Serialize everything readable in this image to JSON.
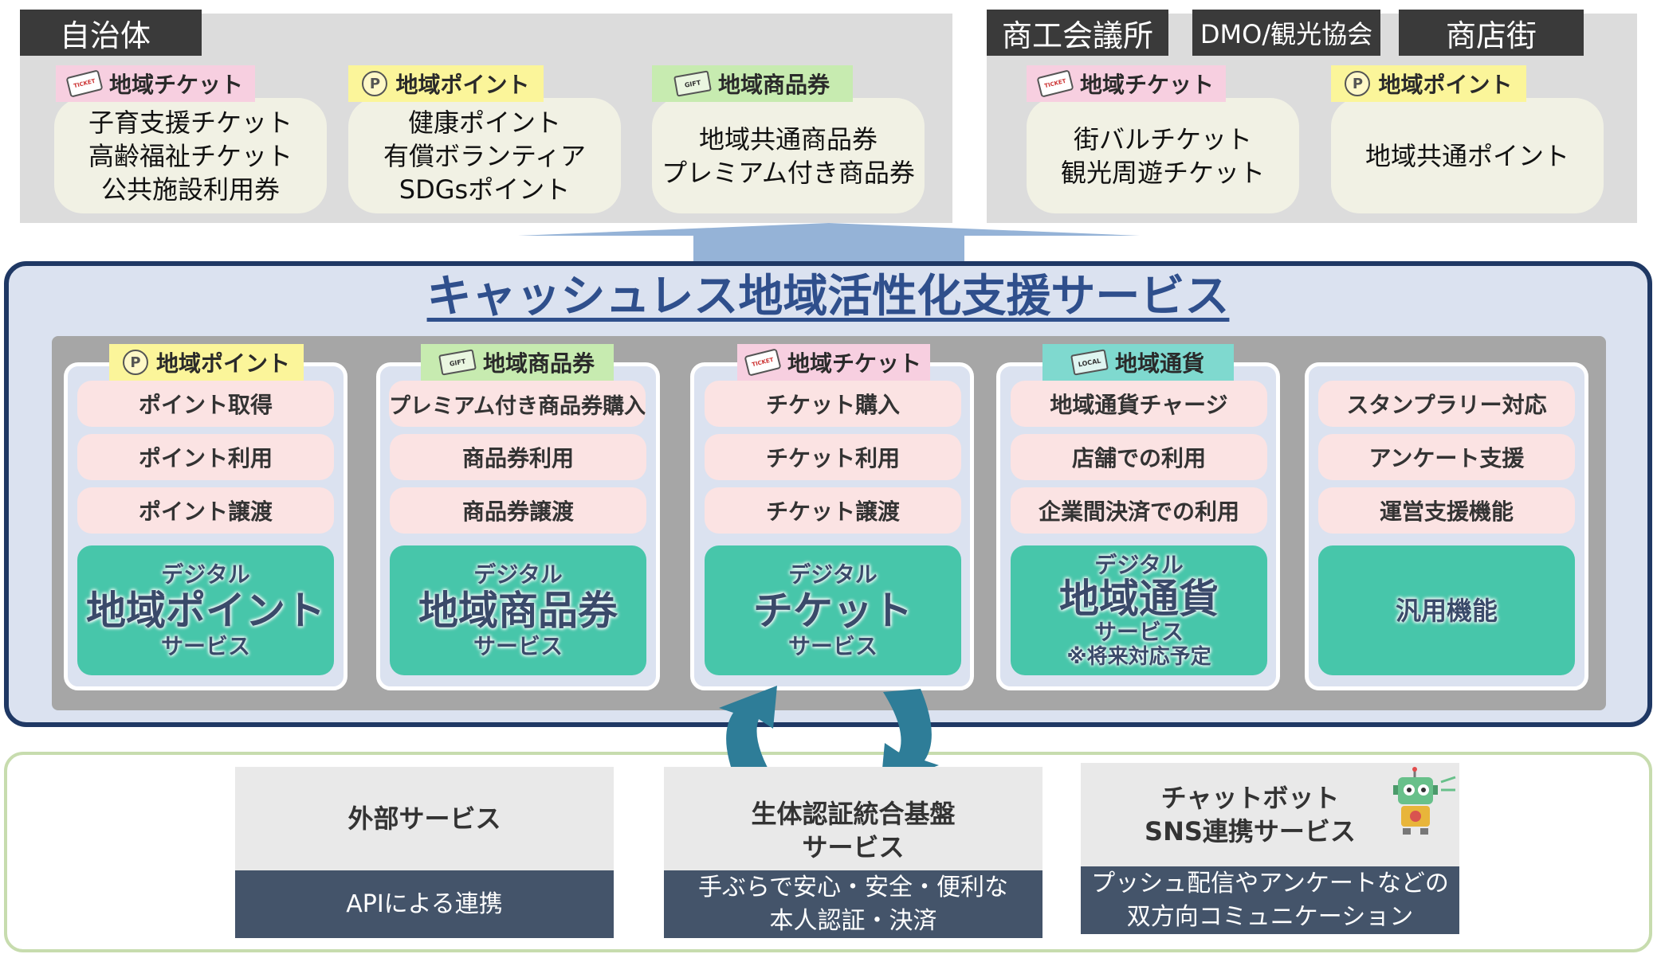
{
  "municipality": {
    "label": "自治体",
    "cards": [
      {
        "tag": "地域チケット",
        "tag_icon": "ticket-icon",
        "lines": [
          "子育支援チケット",
          "高齢福祉チケット",
          "公共施設利用券"
        ]
      },
      {
        "tag": "地域ポイント",
        "tag_icon": "point-coin-icon",
        "lines": [
          "健康ポイント",
          "有償ボランティア",
          "SDGsポイント"
        ]
      },
      {
        "tag": "地域商品券",
        "tag_icon": "voucher-icon",
        "lines": [
          "地域共通商品券",
          "プレミアム付き商品券"
        ]
      }
    ]
  },
  "commerce": {
    "labels": [
      "商工会議所",
      "DMO/観光協会",
      "商店街"
    ],
    "cards": [
      {
        "tag": "地域チケット",
        "tag_icon": "ticket-icon",
        "lines": [
          "街バルチケット",
          "観光周遊チケット"
        ]
      },
      {
        "tag": "地域ポイント",
        "tag_icon": "point-coin-icon",
        "lines": [
          "地域共通ポイント"
        ]
      }
    ]
  },
  "main": {
    "title": "キャッシュレス地域活性化支援サービス",
    "columns": [
      {
        "tag": "地域ポイント",
        "tag_icon": "point-coin-icon",
        "features": [
          "ポイント取得",
          "ポイント利用",
          "ポイント譲渡"
        ],
        "service": {
          "prefix": "デジタル",
          "name": "地域ポイント",
          "suffix": "サービス",
          "note": ""
        }
      },
      {
        "tag": "地域商品券",
        "tag_icon": "voucher-icon",
        "features": [
          "プレミアム付き商品券購入",
          "商品券利用",
          "商品券譲渡"
        ],
        "service": {
          "prefix": "デジタル",
          "name": "地域商品券",
          "suffix": "サービス",
          "note": ""
        }
      },
      {
        "tag": "地域チケット",
        "tag_icon": "ticket-icon",
        "features": [
          "チケット購入",
          "チケット利用",
          "チケット譲渡"
        ],
        "service": {
          "prefix": "デジタル",
          "name": "チケット",
          "suffix": "サービス",
          "note": ""
        }
      },
      {
        "tag": "地域通貨",
        "tag_icon": "local-currency-icon",
        "features": [
          "地域通貨チャージ",
          "店舗での利用",
          "企業間決済での利用"
        ],
        "service": {
          "prefix": "デジタル",
          "name": "地域通貨",
          "suffix": "サービス",
          "note": "※将来対応予定"
        }
      },
      {
        "tag": "",
        "tag_icon": "",
        "features": [
          "スタンプラリー対応",
          "アンケート支援",
          "運営支援機能"
        ],
        "service": {
          "prefix": "",
          "name": "",
          "suffix": "",
          "note": "",
          "general": "汎用機能"
        }
      }
    ]
  },
  "bottom": {
    "cards": [
      {
        "title": [
          "外部サービス"
        ],
        "desc": [
          "APIによる連携"
        ]
      },
      {
        "title": [
          "生体認証統合基盤",
          "サービス"
        ],
        "desc": [
          "手ぶらで安心・安全・便利な",
          "本人認証・決済"
        ]
      },
      {
        "title": [
          "チャットボット",
          "SNS連携サービス"
        ],
        "desc": [
          "プッシュ配信やアンケートなどの",
          "双方向コミュニケーション"
        ],
        "icon": "robot-icon"
      }
    ]
  },
  "colors": {
    "navy": "#1f3864",
    "title_blue": "#2f4f8c",
    "service_teal": "#47c6aa",
    "feature_pink": "#fbe3e3",
    "tag_ticket": "#f7cfe0",
    "tag_point": "#fbf59a",
    "tag_voucher": "#c7ebb0",
    "tag_currency": "#7fd9cf",
    "bottom_dark": "#44546a",
    "arrow_teal": "#2e7d98",
    "up_arrow": "#95b3d7"
  }
}
